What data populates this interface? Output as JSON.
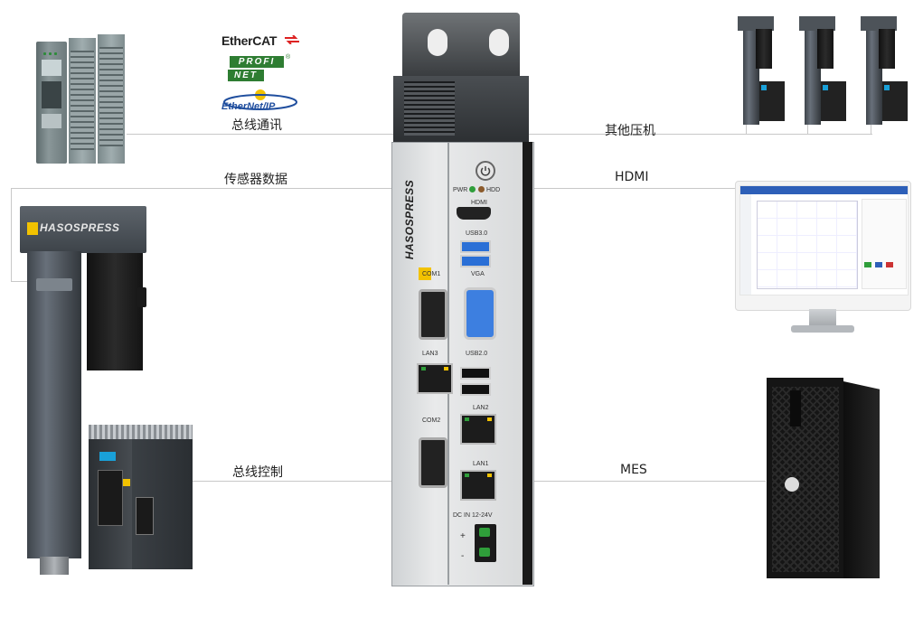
{
  "connections": {
    "bus_comm": "总线通讯",
    "sensor_data": "传感器数据",
    "bus_control": "总线控制",
    "other_press": "其他压机",
    "hdmi": "HDMI",
    "mes": "MES"
  },
  "protocols": {
    "ethercat": "EtherCAT",
    "profinet_top": "PROFI",
    "profinet_bottom": "NET",
    "ethernetip": "EtherNet/IP"
  },
  "controller": {
    "brand": "HASOSPRESS",
    "ports": {
      "pwr": "PWR",
      "hdd": "HDD",
      "hdmi": "HDMI",
      "usb3": "USB3.0",
      "com1": "COM1",
      "vga": "VGA",
      "lan3": "LAN3",
      "usb2": "USB2.0",
      "com2": "COM2",
      "lan2": "LAN2",
      "lan1": "LAN1",
      "dc_in": "DC IN 12-24V",
      "plus": "+",
      "minus": "-"
    }
  },
  "press_brand": "HASOSPRESS",
  "colors": {
    "line": "#c8c8c8",
    "usb3_blue": "#2a6fd6",
    "vga_blue": "#3d7fe0",
    "pwr_led": "#2f9e3a",
    "hdd_led": "#8b5a2b",
    "hasos_yellow": "#f2c200",
    "ethercat_red": "#d22"
  },
  "icons": [
    "plc-device",
    "servo-press",
    "servo-drive",
    "industrial-pc",
    "monitor",
    "workstation-tower",
    "ethercat-logo",
    "profinet-logo",
    "ethernetip-logo",
    "power-icon"
  ]
}
